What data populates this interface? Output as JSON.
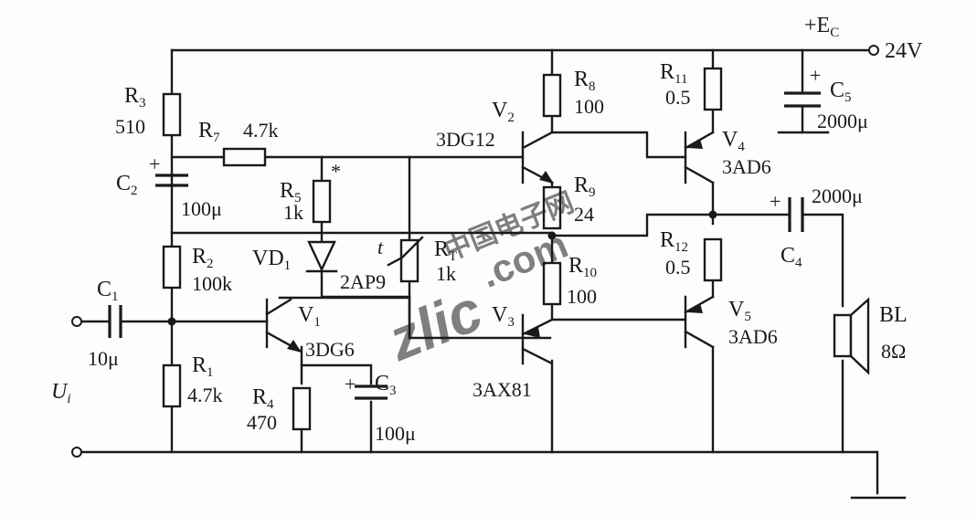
{
  "supply": {
    "label": "+E",
    "label_sub": "C",
    "voltage": "24V"
  },
  "input": {
    "label": "U",
    "label_sub": "i"
  },
  "components": {
    "R3": {
      "name": "R",
      "sub": "3",
      "value": "510"
    },
    "R7": {
      "name": "R",
      "sub": "7",
      "value": "4.7k"
    },
    "C2": {
      "name": "C",
      "sub": "2",
      "value": "100μ",
      "polarity": "+"
    },
    "R5": {
      "name": "R",
      "sub": "5",
      "value": "1k",
      "mark": "*"
    },
    "VD1": {
      "name": "VD",
      "sub": "1",
      "value": "2AP9"
    },
    "RT": {
      "name": "R",
      "sub": "T",
      "value": "1k",
      "mark": "t"
    },
    "R2": {
      "name": "R",
      "sub": "2",
      "value": "100k"
    },
    "C1": {
      "name": "C",
      "sub": "1",
      "value": "10μ"
    },
    "R1": {
      "name": "R",
      "sub": "1",
      "value": "4.7k"
    },
    "V1": {
      "name": "V",
      "sub": "1",
      "value": "3DG6"
    },
    "R4": {
      "name": "R",
      "sub": "4",
      "value": "470"
    },
    "C3": {
      "name": "C",
      "sub": "3",
      "value": "100μ",
      "polarity": "+"
    },
    "V2": {
      "name": "V",
      "sub": "2",
      "value": "3DG12"
    },
    "R8": {
      "name": "R",
      "sub": "8",
      "value": "100"
    },
    "R9": {
      "name": "R",
      "sub": "9",
      "value": "24"
    },
    "R10": {
      "name": "R",
      "sub": "10",
      "value": "100"
    },
    "V3": {
      "name": "V",
      "sub": "3",
      "value": "3AX81"
    },
    "R11": {
      "name": "R",
      "sub": "11",
      "value": "0.5"
    },
    "V4": {
      "name": "V",
      "sub": "4",
      "value": "3AD6"
    },
    "R12": {
      "name": "R",
      "sub": "12",
      "value": "0.5"
    },
    "V5": {
      "name": "V",
      "sub": "5",
      "value": "3AD6"
    },
    "C5": {
      "name": "C",
      "sub": "5",
      "value": "2000μ",
      "polarity": "+"
    },
    "C4": {
      "name": "C",
      "sub": "4",
      "value": "2000μ",
      "polarity": "+"
    },
    "BL": {
      "name": "BL",
      "value": "8Ω"
    }
  },
  "watermark": {
    "line1": "中国电子网",
    "line2": "zlic",
    "line3": ".com"
  },
  "colors": {
    "ink": "#1a1a1a",
    "paper": "#fdfdfb",
    "watermark_red": "#e0303a",
    "watermark_blue": "#3b5fc8"
  }
}
